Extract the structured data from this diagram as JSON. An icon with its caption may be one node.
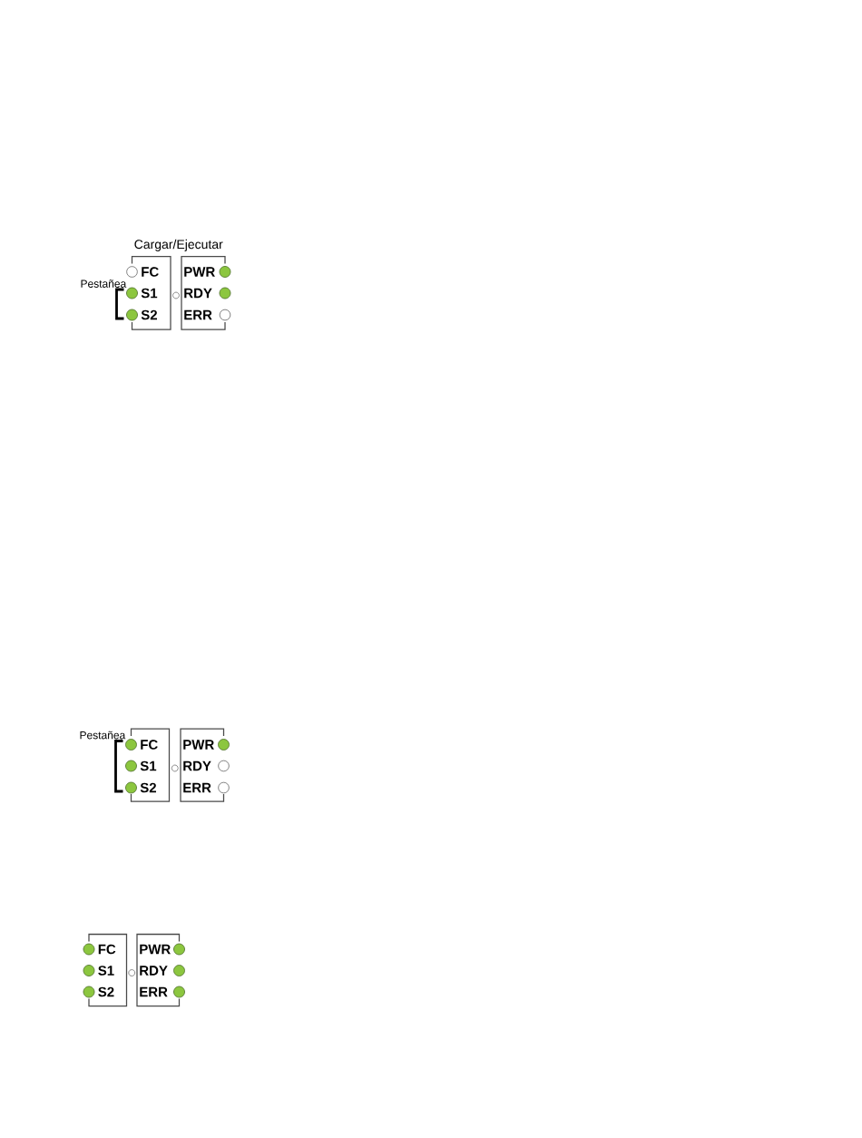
{
  "diagram": {
    "nodes": [
      {
        "text": [
          "FC",
          "S1",
          "S2"
        ]
      },
      {
        "text": [
          "PWR",
          "RDY",
          "ERR"
        ]
      },
      {
        "text": [
          "FC",
          "S1",
          "S2"
        ]
      },
      {
        "text": [
          "PWR",
          "RDY",
          "ERR"
        ]
      },
      {
        "text": [
          "FC",
          "S1",
          "S2"
        ]
      },
      {
        "text": [
          "PWR",
          "RDY",
          "ERR"
        ]
      }
    ],
    "labels": [
      "Cargar/Ejecutar",
      "Pestañea",
      "Pestañea"
    ]
  }
}
